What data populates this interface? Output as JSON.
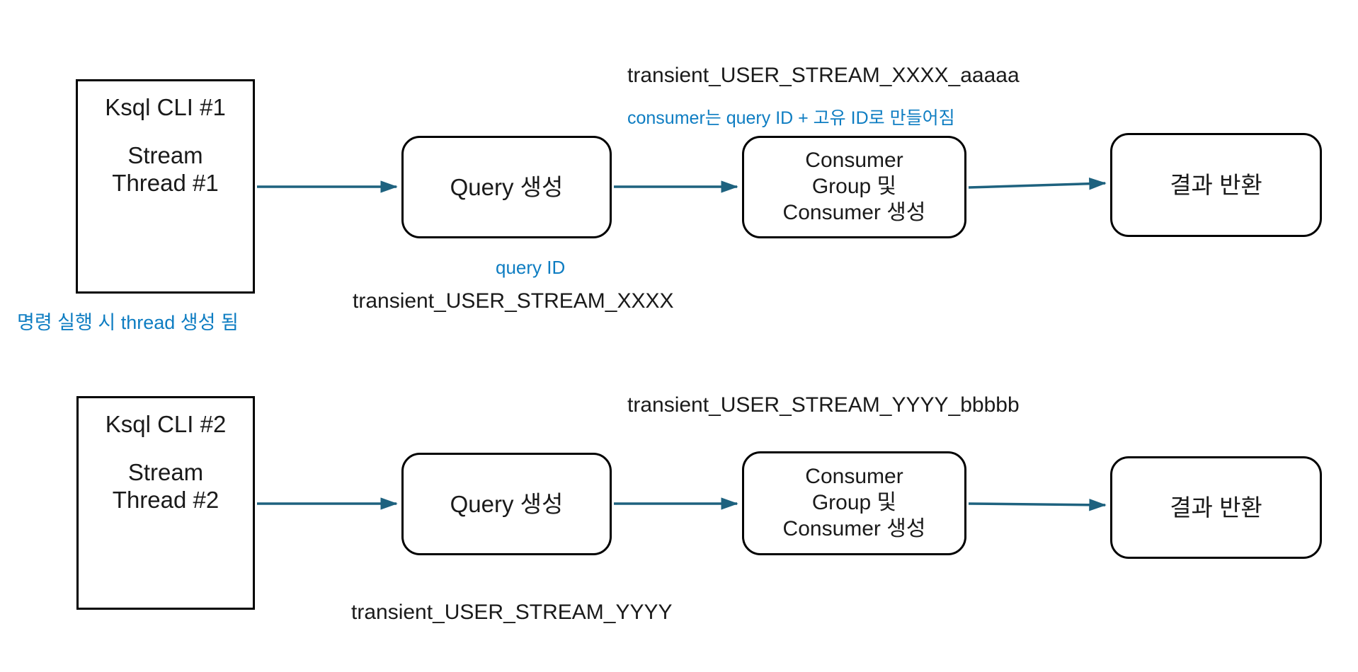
{
  "diagram": {
    "colors": {
      "arrow": "#1e627f",
      "annotation_blue": "#0e7dc2",
      "box_border": "#000000",
      "text_black": "#1a1a1a",
      "background": "#ffffff"
    },
    "rows": [
      {
        "source_box": {
          "title": "Ksql CLI #1",
          "subtitle_lines": [
            "Stream",
            "Thread #1"
          ]
        },
        "query_box": {
          "label": "Query 생성"
        },
        "consumer_box": {
          "lines": [
            "Consumer",
            "Group 및",
            "Consumer 생성"
          ]
        },
        "result_box": {
          "label": "결과 반환"
        },
        "annotations": {
          "consumer_group_id": "transient_USER_STREAM_XXXX_aaaaa",
          "consumer_note": "consumer는 query ID + 고유 ID로 만들어짐",
          "query_id_caption": "query ID",
          "query_id_value": "transient_USER_STREAM_XXXX",
          "thread_note": "명령 실행 시 thread 생성 됨"
        }
      },
      {
        "source_box": {
          "title": "Ksql CLI #2",
          "subtitle_lines": [
            "Stream",
            "Thread #2"
          ]
        },
        "query_box": {
          "label": "Query 생성"
        },
        "consumer_box": {
          "lines": [
            "Consumer",
            "Group 및",
            "Consumer 생성"
          ]
        },
        "result_box": {
          "label": "결과 반환"
        },
        "annotations": {
          "consumer_group_id": "transient_USER_STREAM_YYYY_bbbbb",
          "query_id_value": "transient_USER_STREAM_YYYY"
        }
      }
    ]
  }
}
